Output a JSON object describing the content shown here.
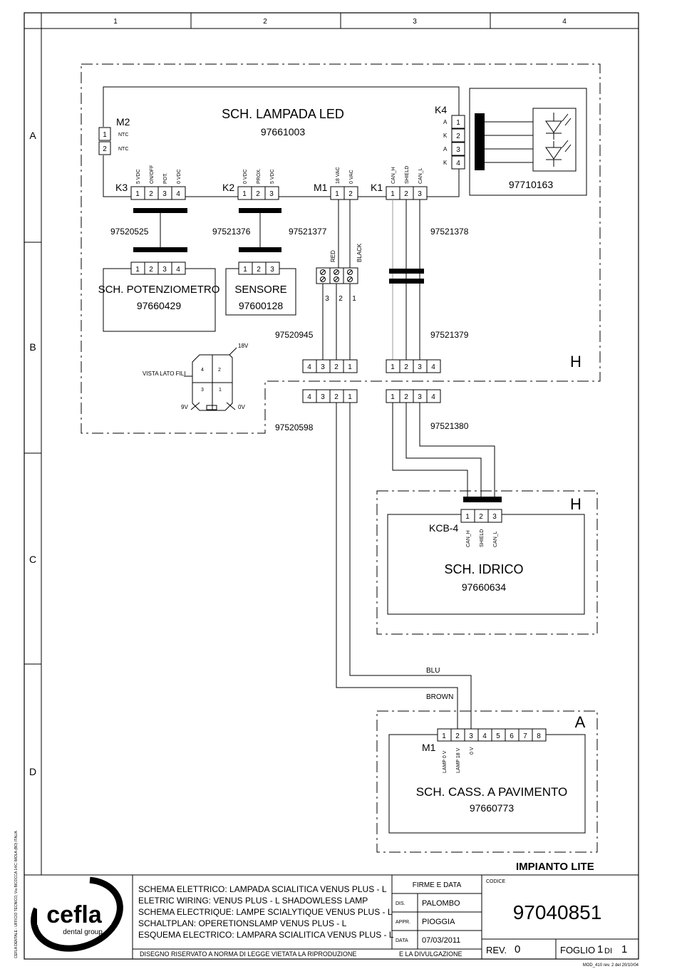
{
  "frame": {
    "columns": [
      "1",
      "2",
      "3",
      "4"
    ],
    "rows": [
      "A",
      "B",
      "C",
      "D"
    ],
    "side_note": "CEFLA DENTALE - UFFICIO TECNICO, Via BICOCCA 14/C IMOLA (BO) ITALIA"
  },
  "lamp_board": {
    "title": "SCH. LAMPADA LED",
    "code": "97661003",
    "zone": "H"
  },
  "led_module": {
    "code": "97710163",
    "connector": "K4",
    "pins": [
      "1",
      "2",
      "3",
      "4"
    ],
    "pin_labels": [
      "A",
      "K",
      "A",
      "K"
    ]
  },
  "m2": {
    "name": "M2",
    "pins": [
      "1",
      "2"
    ],
    "pin_labels": [
      "NTC",
      "NTC"
    ]
  },
  "k3": {
    "name": "K3",
    "pins": [
      "1",
      "2",
      "3",
      "4"
    ],
    "pin_labels": [
      "5 VDC",
      "ON/OFF",
      "POT.",
      "0 VDC"
    ]
  },
  "k2": {
    "name": "K2",
    "pins": [
      "1",
      "2",
      "3"
    ],
    "pin_labels": [
      "0 VDC",
      "PROX.",
      "5 VDC"
    ]
  },
  "m1_top": {
    "name": "M1",
    "pins": [
      "1",
      "2"
    ],
    "pin_labels": [
      "18 VAC",
      "0 VAC"
    ]
  },
  "k1": {
    "name": "K1",
    "pins": [
      "1",
      "2",
      "3"
    ],
    "pin_labels": [
      "CAN_H",
      "SHIELD",
      "CAN_L"
    ]
  },
  "potentiometer": {
    "title": "SCH. POTENZIOMETRO",
    "code": "97660429",
    "pins": [
      "1",
      "2",
      "3",
      "4"
    ]
  },
  "sensor": {
    "title": "SENSORE",
    "code": "97600128",
    "pins": [
      "1",
      "2",
      "3"
    ]
  },
  "cables": {
    "c1": "97520525",
    "c2": "97521376",
    "c3": "97521377",
    "c4": "97521378",
    "c5": "97520945",
    "c6": "97521379",
    "c7": "97520598",
    "c8": "97521380"
  },
  "wire_labels": {
    "red": "RED",
    "black": "BLACK",
    "blu": "BLU",
    "brown": "BROWN"
  },
  "terminal_pins": [
    "3",
    "2",
    "1"
  ],
  "conn_4a": [
    "4",
    "3",
    "2",
    "1"
  ],
  "conn_4b": [
    "1",
    "2",
    "3",
    "4"
  ],
  "view_detail": {
    "label": "VISTA LATO FILI",
    "v18": "18V",
    "v9": "9V",
    "v0": "0V",
    "p4": "4",
    "p2": "2",
    "p3": "3",
    "p1": "1"
  },
  "water_board": {
    "title": "SCH. IDRICO",
    "code": "97660634",
    "connector": "KCB-4",
    "pins": [
      "1",
      "2",
      "3"
    ],
    "pin_labels": [
      "CAN_H",
      "SHIELD",
      "CAN_L"
    ],
    "zone": "H"
  },
  "floor_board": {
    "title": "SCH. CASS. A PAVIMENTO",
    "code": "97660773",
    "connector": "M1",
    "pins": [
      "1",
      "2",
      "3",
      "4",
      "5",
      "6",
      "7",
      "8"
    ],
    "pin_labels": [
      "LAMP 0 V",
      "LAMP 18 V",
      "0 V"
    ],
    "zone": "A"
  },
  "impianto": "IMPIANTO LITE",
  "title_block": {
    "brand": "cefla",
    "brand_sub": "dental group",
    "desc": [
      "SCHEMA ELETTRICO: LAMPADA SCIALITICA VENUS PLUS - L",
      "ELETRIC WIRING: VENUS PLUS - L SHADOWLESS LAMP",
      "SCHEMA ELECTRIQUE: LAMPE SCIALYTIQUE VENUS PLUS - L",
      "SCHALTPLAN: OPERETIONSLAMP VENUS PLUS - L",
      "ESQUEMA ELECTRICO: LAMPARA SCIALITICA VENUS PLUS - L"
    ],
    "firme_header": "FIRME E DATA",
    "dis_label": "DIS.",
    "dis_value": "PALOMBO",
    "appr_label": "APPR.",
    "appr_value": "PIOGGIA",
    "data_label": "DATA",
    "data_value": "07/03/2011",
    "codice_label": "CODICE",
    "code": "97040851",
    "rev_label": "REV.",
    "rev_value": "0",
    "foglio_label": "FOGLIO",
    "foglio_value": "1",
    "di_label": "DI",
    "di_value": "1",
    "notice": "DISEGNO RISERVATO A NORMA DI LEGGE VIETATA LA RIPRODUZIONE",
    "notice2": "E LA DIVULGAZIONE",
    "mod": "MOD_410 rev. 2 del 20/10/04"
  }
}
